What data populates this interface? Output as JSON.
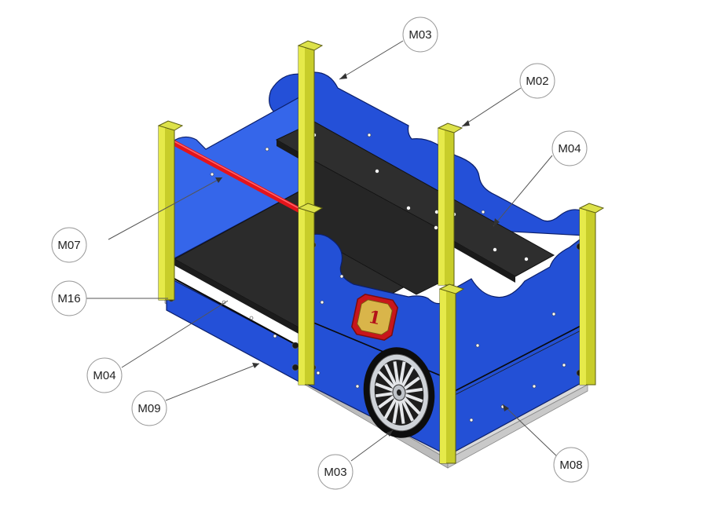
{
  "callouts": [
    {
      "id": "m03-top",
      "label": "M03"
    },
    {
      "id": "m02",
      "label": "M02"
    },
    {
      "id": "m04-right",
      "label": "M04"
    },
    {
      "id": "m07",
      "label": "M07"
    },
    {
      "id": "m16",
      "label": "M16"
    },
    {
      "id": "m04-left",
      "label": "M04"
    },
    {
      "id": "m09",
      "label": "M09"
    },
    {
      "id": "m03-bottom",
      "label": "M03"
    },
    {
      "id": "m08",
      "label": "M08"
    }
  ],
  "badge_number": "1",
  "colors": {
    "panel_blue": "#1f4fd6",
    "panel_blue_light": "#3a6cf0",
    "post_yellow": "#c8cd2a",
    "deck_black": "#2b2b2b",
    "rail_red": "#e4141b",
    "base_gray": "#d6d6d6",
    "badge_red": "#c5161b",
    "badge_gold": "#d9b54a"
  }
}
